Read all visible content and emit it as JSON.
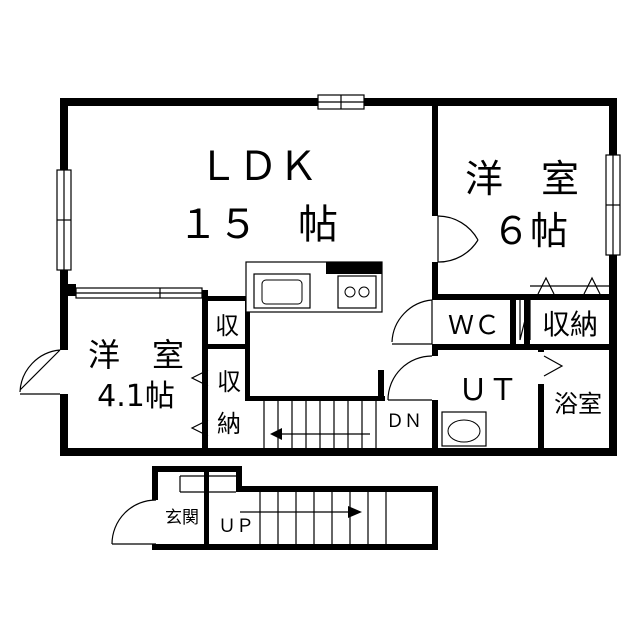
{
  "rooms": {
    "ldk": {
      "name": "ＬＤＫ",
      "size": "１５　帖"
    },
    "western_6": {
      "name": "洋　室",
      "size": "６帖"
    },
    "western_4": {
      "name": "洋　室",
      "size": "4.1帖"
    },
    "wc": "ＷＣ",
    "storage_upper": "収納",
    "storage_small": "収",
    "storage_left_1": "収",
    "storage_left_2": "納",
    "ut": "ＵＴ",
    "bath": "浴室",
    "entrance": "玄関"
  },
  "stairs": {
    "down": "ＤＮ",
    "up": "ＵＰ"
  }
}
